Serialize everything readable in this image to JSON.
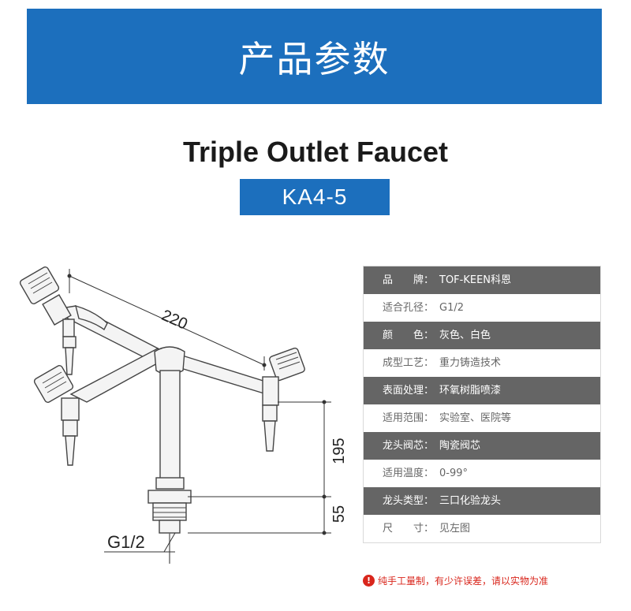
{
  "banner": {
    "title": "产品参数"
  },
  "product": {
    "title": "Triple Outlet Faucet",
    "model": "KA4-5"
  },
  "drawing": {
    "dim_span": "220",
    "dim_height_upper": "195",
    "dim_height_lower": "55",
    "thread_label": "G1/2"
  },
  "specs": [
    {
      "label": "品　　牌：",
      "value": "TOF-KEEN科恩",
      "style": "dark"
    },
    {
      "label": "适合孔径：",
      "value": "G1/2",
      "style": "light"
    },
    {
      "label": "颜　　色：",
      "value": "灰色、白色",
      "style": "dark"
    },
    {
      "label": "成型工艺：",
      "value": "重力铸造技术",
      "style": "light"
    },
    {
      "label": "表面处理：",
      "value": "环氧树脂喷漆",
      "style": "dark"
    },
    {
      "label": "适用范围：",
      "value": "实验室、医院等",
      "style": "light"
    },
    {
      "label": "龙头阀芯：",
      "value": "陶瓷阀芯",
      "style": "dark"
    },
    {
      "label": "适用温度：",
      "value": "0-99°",
      "style": "light"
    },
    {
      "label": "龙头类型：",
      "value": "三口化验龙头",
      "style": "dark"
    },
    {
      "label": "尺　　寸：",
      "value": "见左图",
      "style": "light"
    }
  ],
  "note": {
    "icon": "!",
    "text": "纯手工量制，有少许误差，请以实物为准"
  },
  "colors": {
    "brand_blue": "#1c6fbd",
    "row_dark": "#656565",
    "note_red": "#d9261c"
  }
}
